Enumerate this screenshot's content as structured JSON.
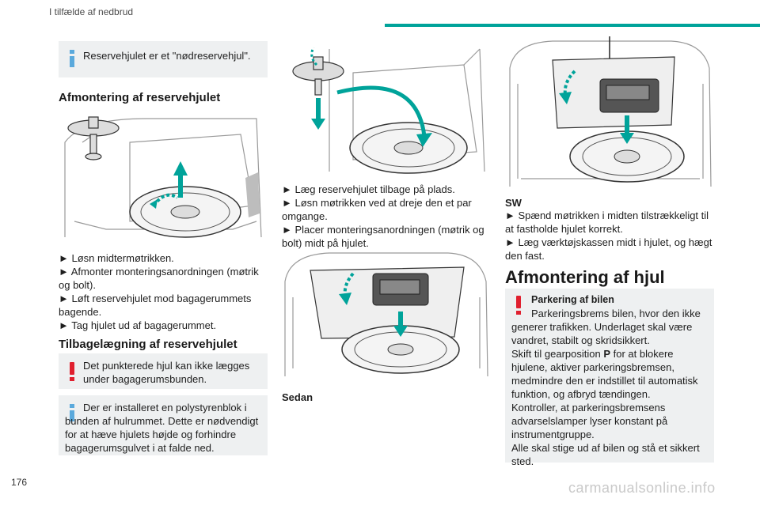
{
  "header": {
    "section_title": "I tilfælde af nedbrud",
    "page_number": "176"
  },
  "colors": {
    "accent": "#00a39a",
    "info": "#5aa9dc",
    "warning": "#e0202f",
    "box_bg": "#eef0f1"
  },
  "left": {
    "info_box_1": "Reservehjulet er et \"nødreservehjul\".",
    "heading_removal": "Afmontering af reservehjulet",
    "steps_removal": [
      "► Løsn midtermøtrikken.",
      "► Afmonter monteringsanordningen (møtrik og bolt).",
      "► Løft reservehjulet mod bagagerummets bagende.",
      "► Tag hjulet ud af bagagerummet."
    ],
    "heading_refit": "Tilbagelægning af reservehjulet",
    "warning_box": "Det punkterede hjul kan ikke lægges under bagagerumsbunden.",
    "info_box_2": "Der er installeret en polystyrenblok i bunden af hulrummet. Dette er nødvendigt for at hæve hjulets højde og forhindre bagagerumsgulvet i at falde ned."
  },
  "middle": {
    "steps": [
      "► Læg reservehjulet tilbage på plads.",
      "► Løsn møtrikken ved at dreje den et par omgange.",
      "► Placer monteringsanordningen (møtrik og bolt) midt på hjulet."
    ],
    "caption_sedan": "Sedan"
  },
  "right": {
    "caption_sw": "SW",
    "steps": [
      "► Spænd møtrikken i midten tilstrækkeligt til at fastholde hjulet korrekt.",
      "► Læg værktøjskassen midt i hjulet, og hægt den fast."
    ],
    "heading_wheel": "Afmontering af hjul",
    "warning_title": "Parkering af bilen",
    "warning_lines": [
      "Parkeringsbrems bilen, hvor den ikke generer trafikken. Underlaget skal være vandret, stabilt og skridsikkert.",
      "Alle skal stige ud af bilen og stå et sikkert sted."
    ],
    "gear_pre": "Skift til gearposition ",
    "gear_p": "P",
    "gear_post": " for at blokere hjulene, aktiver parkeringsbremsen, medmindre den er indstillet til automatisk funktion, og afbryd tændingen.",
    "check_text": "Kontroller, at parkeringsbremsens advarselslamper lyser konstant på instrumentgruppe."
  },
  "watermark": "carmanualsonline.info"
}
